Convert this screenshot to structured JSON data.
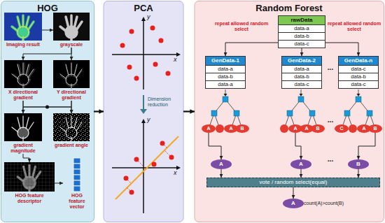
{
  "diagram": {
    "nodes": [
      {
        "text": [
          "HOG"
        ]
      },
      {
        "text": [
          "Imaging result"
        ],
        "in": 0
      },
      {
        "text": [
          "grayscale"
        ],
        "in": 0
      },
      {
        "text": [
          "X directional gradient"
        ],
        "in": 0
      },
      {
        "text": [
          "Y directional gradient"
        ],
        "in": 0
      },
      {
        "text": [
          "gradient magnitude"
        ],
        "in": 0
      },
      {
        "text": [
          "gradient angle"
        ],
        "in": 0
      },
      {
        "text": [
          "HOG feature descriptor"
        ],
        "in": 0
      },
      {
        "text": [
          "HOG feature vector"
        ],
        "in": 0
      },
      {
        "text": [
          "PCA"
        ]
      },
      {
        "text": [
          "Random Forest"
        ]
      },
      {
        "text": [
          "rawData",
          "data-a",
          "data-b",
          "data-c"
        ],
        "in": 10
      },
      {
        "text": [
          "GenData-1",
          "data-a",
          "data-b",
          "data-a"
        ],
        "in": 10
      },
      {
        "text": [
          "GenData-2",
          "data-a",
          "data-b",
          "data-c"
        ],
        "in": 10
      },
      {
        "text": [
          "GenData-n",
          "data-c",
          "data-b",
          "data-c"
        ],
        "in": 10
      },
      {
        "text": [
          "A"
        ],
        "in": 10
      },
      {
        "text": [
          "A"
        ],
        "in": 10
      },
      {
        "text": [
          "B"
        ],
        "in": 10
      },
      {
        "text": [
          "A"
        ],
        "in": 10
      },
      {
        "text": [
          "A"
        ],
        "in": 10
      },
      {
        "text": [
          "B"
        ],
        "in": 10
      },
      {
        "text": [
          "C"
        ],
        "in": 10
      },
      {
        "text": [
          "A"
        ],
        "in": 10
      },
      {
        "text": [
          "B"
        ],
        "in": 10
      },
      {
        "text": [
          "A"
        ],
        "in": 10
      },
      {
        "text": [
          "A"
        ],
        "in": 10
      },
      {
        "text": [
          "B"
        ],
        "in": 10
      },
      {
        "text": [
          "vote / random select(equal)"
        ],
        "in": 10
      },
      {
        "text": [
          "A"
        ],
        "in": 10
      }
    ],
    "edges": [
      {
        "from": 1,
        "to": 2,
        "arrow": "to"
      },
      {
        "from": 2,
        "to": 3,
        "arrow": "to"
      },
      {
        "from": 2,
        "to": 4,
        "arrow": "to"
      },
      {
        "from": 3,
        "to": 5,
        "arrow": "to"
      },
      {
        "from": 3,
        "to": 6,
        "arrow": "to"
      },
      {
        "from": 4,
        "to": 5,
        "arrow": "to"
      },
      {
        "from": 4,
        "to": 6,
        "arrow": "to"
      },
      {
        "from": 5,
        "to": 7,
        "arrow": "to"
      },
      {
        "from": 7,
        "to": 8,
        "arrow": "to"
      },
      {
        "from": 0,
        "to": 9,
        "arrow": "to"
      },
      {
        "from": 9,
        "to": 10,
        "arrow": "to"
      },
      {
        "from": 11,
        "to": 12,
        "arrow": "to"
      },
      {
        "from": 11,
        "to": 13,
        "arrow": "to"
      },
      {
        "from": 11,
        "to": 14,
        "arrow": "to"
      },
      {
        "from": 15,
        "to": 24,
        "arrow": "to"
      },
      {
        "from": 18,
        "to": 25,
        "arrow": "to"
      },
      {
        "from": 23,
        "to": 26,
        "arrow": "to"
      },
      {
        "from": 24,
        "to": 27,
        "arrow": "to"
      },
      {
        "from": 25,
        "to": 27,
        "arrow": "to"
      },
      {
        "from": 26,
        "to": 27,
        "arrow": "to"
      },
      {
        "from": 27,
        "to": 28,
        "arrow": "to"
      }
    ],
    "labels": [
      "y",
      "x",
      "Dimension reduction",
      "y",
      "x",
      "repeat allowed random select",
      "repeat allowed random select",
      "...",
      "...",
      "...",
      "count(A)>count(B)"
    ]
  }
}
